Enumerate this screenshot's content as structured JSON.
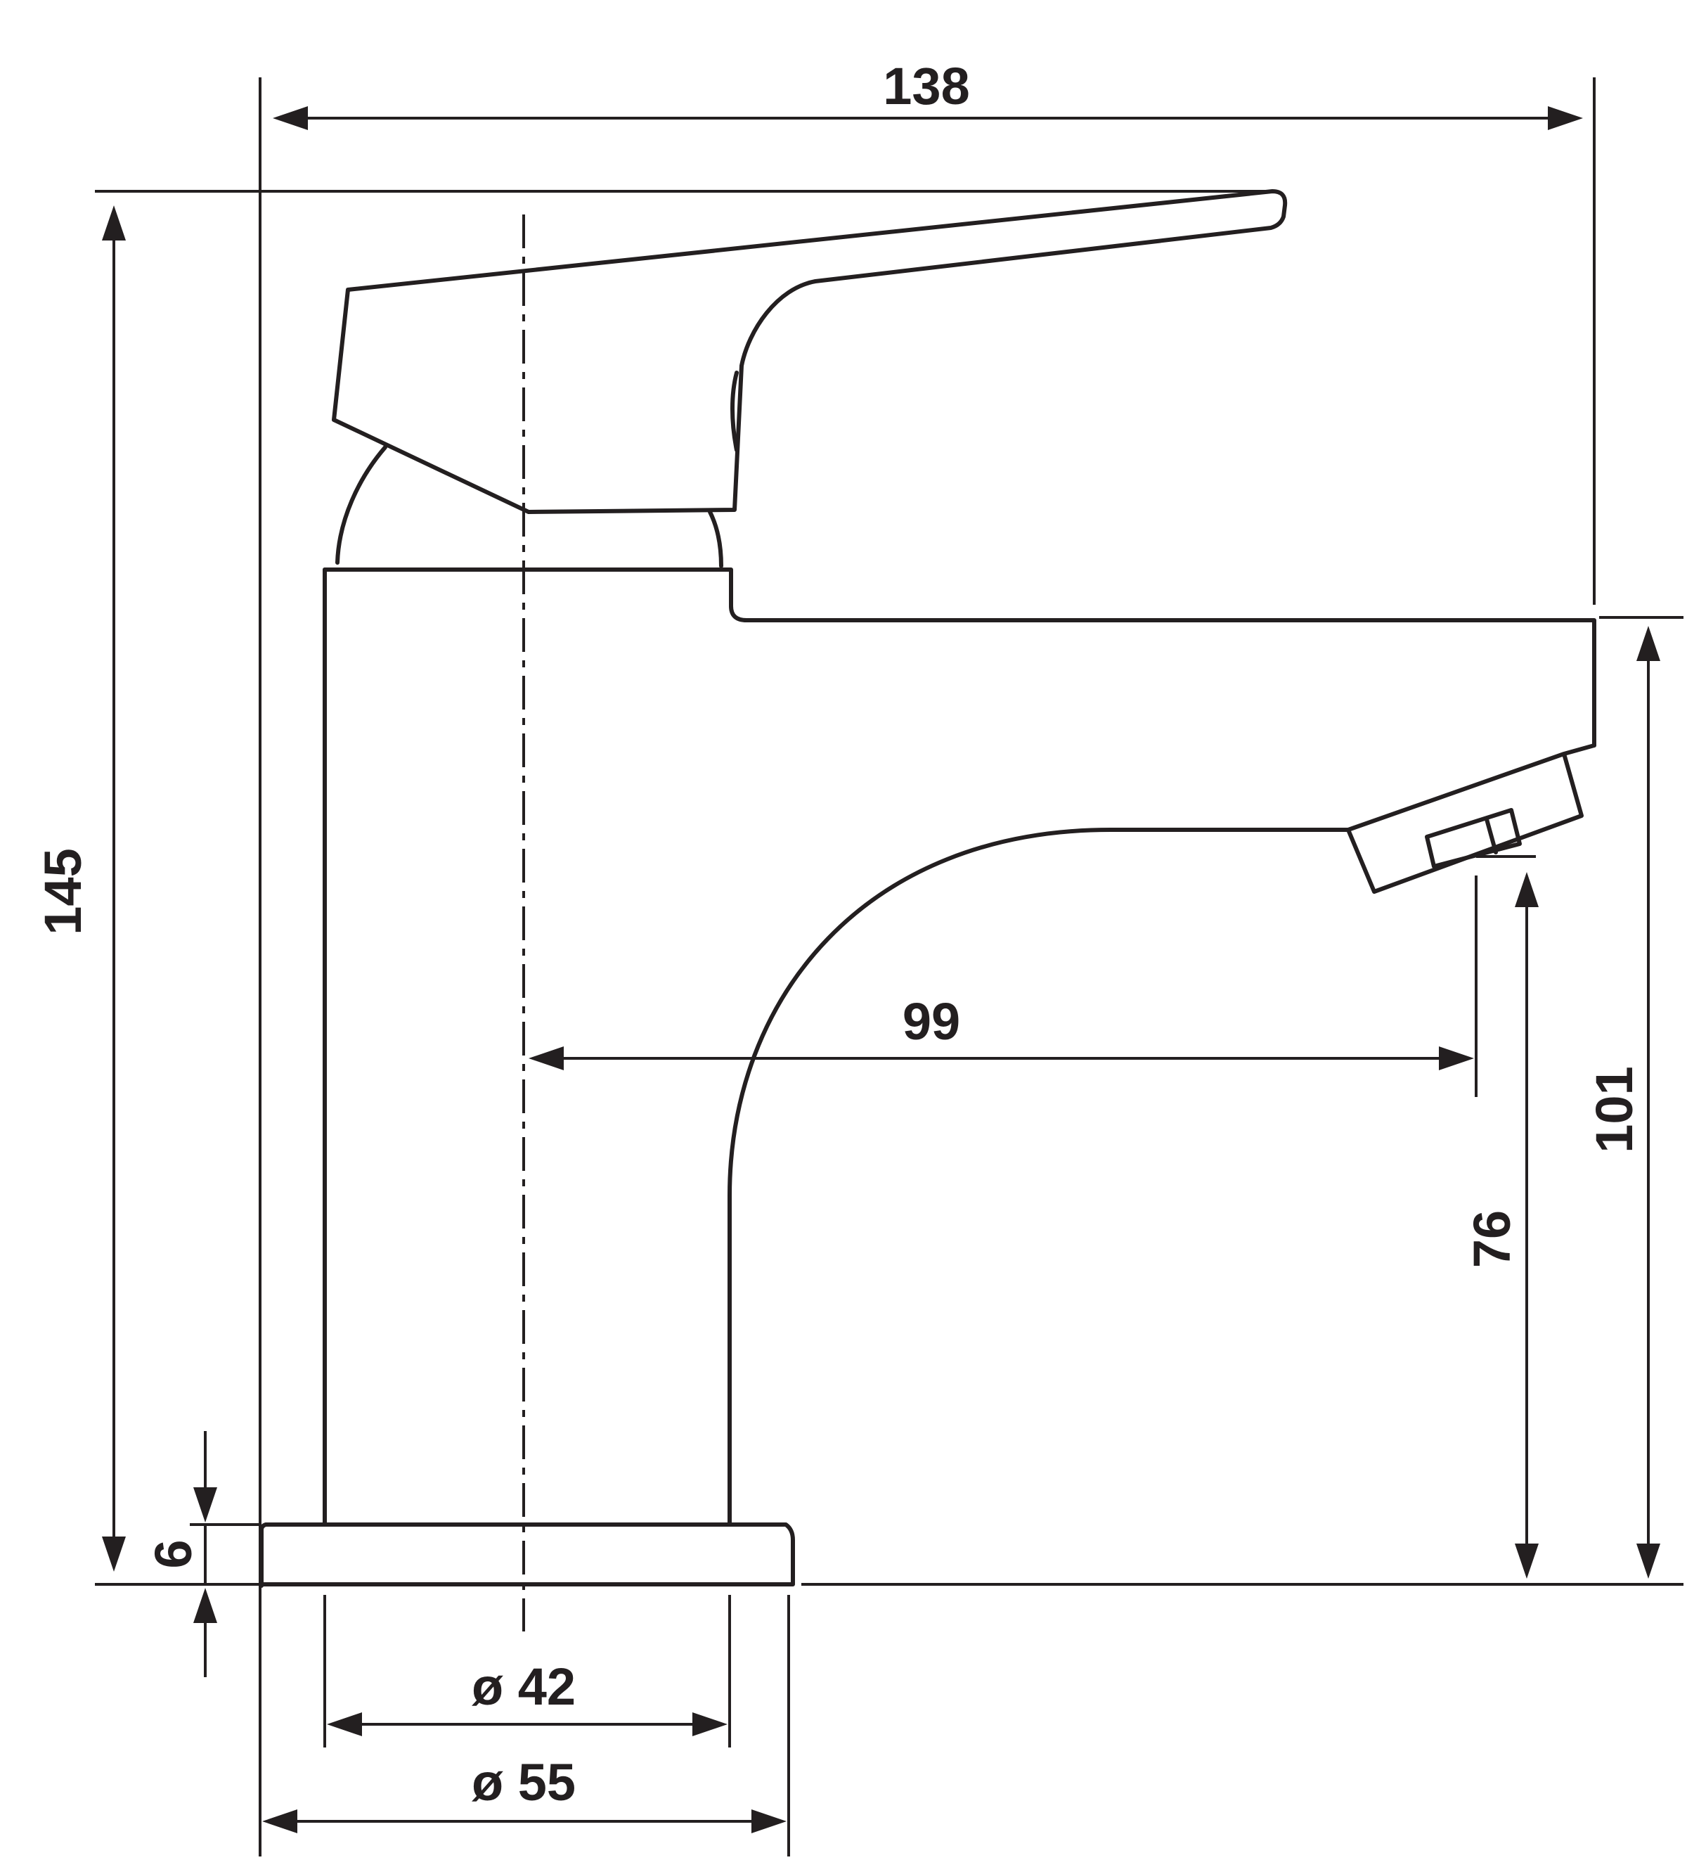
{
  "drawing": {
    "dimensions": {
      "overall_width": "138",
      "overall_height": "145",
      "spout_reach": "99",
      "spout_height": "101",
      "outlet_height": "76",
      "base_thickness": "6",
      "body_diameter": "ø 42",
      "base_diameter": "ø 55"
    }
  }
}
